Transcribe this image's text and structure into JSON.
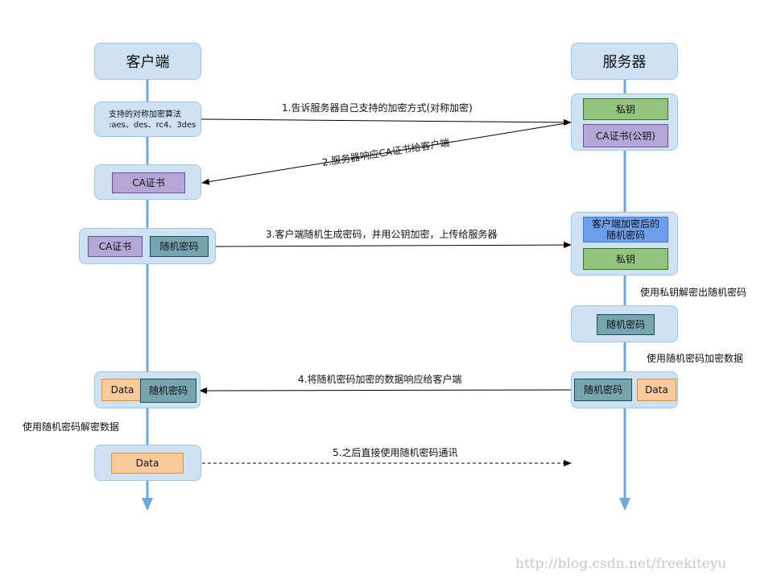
{
  "client": {
    "header": "客户端",
    "algo_line1": "支持的对称加密算法",
    "algo_line2": ":aes、des、rc4、3des",
    "ca_cert": "CA证书",
    "step3_ca_cert": "CA证书",
    "step3_random_pw": "随机密码",
    "step4_data": "Data",
    "step4_random_pw": "随机密码",
    "decrypt_note": "使用随机密码解密数据",
    "step5_data": "Data"
  },
  "server": {
    "header": "服务器",
    "private_key": "私钥",
    "ca_cert_public": "CA证书(公钥)",
    "encrypted_pw_line1": "客户端加密后的",
    "encrypted_pw_line2": "随机密码",
    "private_key2": "私钥",
    "decrypt_note": "使用私钥解密出随机密码",
    "random_pw": "随机密码",
    "encrypt_note": "使用随机密码加密数据",
    "step4_random_pw": "随机密码",
    "step4_data": "Data"
  },
  "messages": {
    "m1": "1.告诉服务器自己支持的加密方式(对称加密)",
    "m2": "2.服务器响应CA证书给客户端",
    "m3": "3.客户端随机生成密码，并用公钥加密，上传给服务器",
    "m4": "4.将随机密码加密的数据响应给客户端",
    "m5": "5.之后直接使用随机密码通讯"
  },
  "watermark": "http://blog.csdn.net/freekiteyu",
  "colors": {
    "lane_fill": "#cfe2f3",
    "lifeline": "#6fa8dc",
    "purple": "#b4a7d6",
    "teal": "#76a5af",
    "green": "#93c47d",
    "orange": "#f9cb9c",
    "blue": "#6d9eeb"
  }
}
